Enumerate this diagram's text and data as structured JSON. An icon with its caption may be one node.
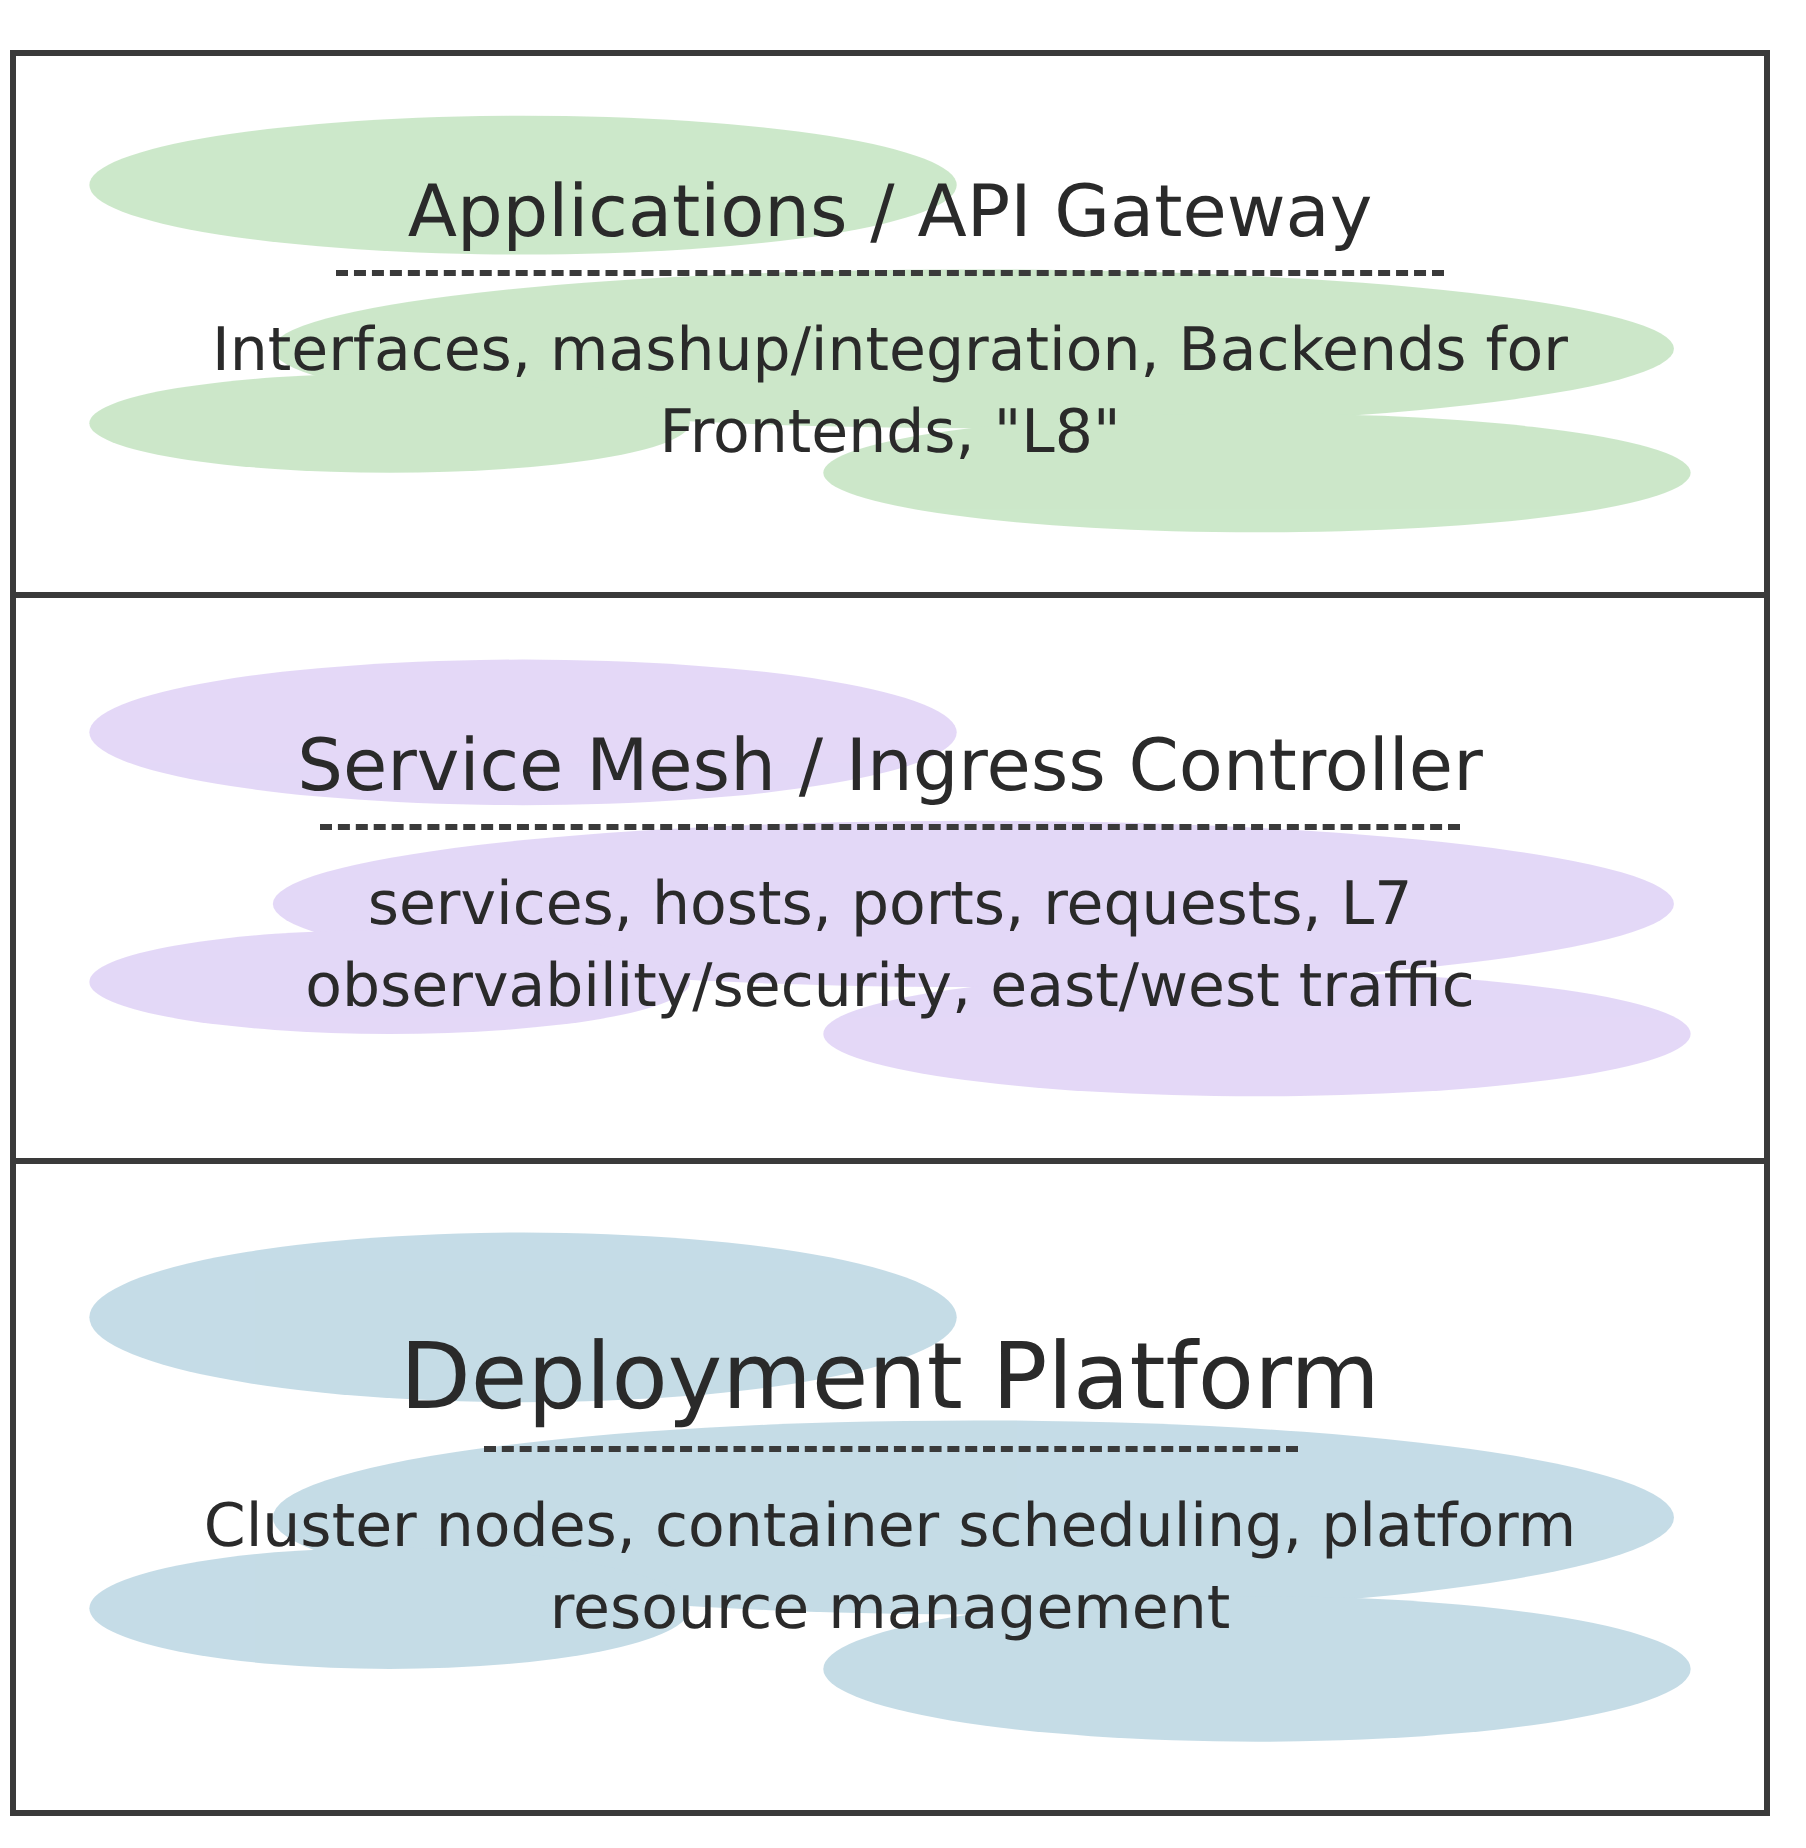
{
  "diagram": {
    "nodes": [
      {
        "text": [
          "Applications / API Gateway",
          "Interfaces, mashup/integration, Backends for Frontends, \"L8\""
        ]
      },
      {
        "text": [
          "Service Mesh / Ingress Controller",
          "services, hosts, ports, requests, L7 observability/security, east/west traffic"
        ]
      },
      {
        "text": [
          "Deployment Platform",
          "Cluster nodes, container scheduling, platform resource management"
        ]
      }
    ]
  }
}
